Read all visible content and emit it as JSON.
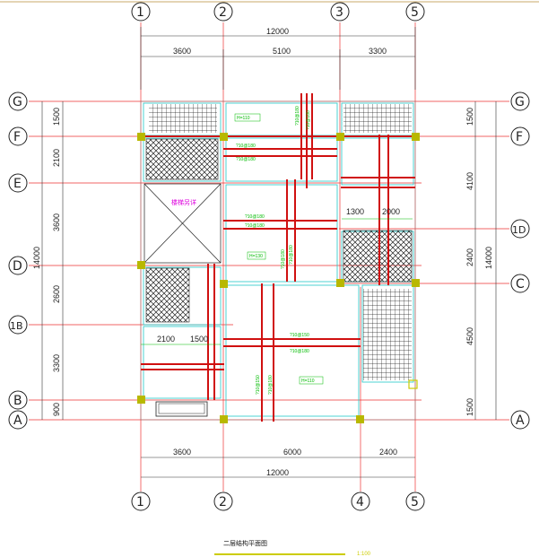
{
  "axes_top": [
    "1",
    "2",
    "3",
    "5"
  ],
  "axes_bottom": [
    "1",
    "2",
    "4",
    "5"
  ],
  "axes_left": [
    "G",
    "F",
    "E",
    "D",
    "1B",
    "B",
    "A"
  ],
  "axes_right": [
    "G",
    "F",
    "1D",
    "C",
    "A"
  ],
  "dims": {
    "top_total": "12000",
    "top_spans": [
      "3600",
      "5100",
      "3300"
    ],
    "bottom_spans": [
      "3600",
      "6000",
      "2400"
    ],
    "bottom_total": "12000",
    "left_total": "14000",
    "left_spans": [
      "1500",
      "2100",
      "3600",
      "2600",
      "3300",
      "900"
    ],
    "right_total": "14000",
    "right_spans": [
      "1500",
      "4100",
      "2400",
      "4500",
      "1500"
    ],
    "inner_1": "1300",
    "inner_2": "2000",
    "inner_3": "2100",
    "inner_4": "1500"
  },
  "labels": {
    "stair": "楼梯另详",
    "slab_1": "H=110",
    "slab_2": "H=130",
    "slab_3": "H=110",
    "rebar_1": "?10@180",
    "rebar_2": "?10@180",
    "rebar_3": "?10@180",
    "rebar_4": "?10@180",
    "rebar_5": "?10@180",
    "rebar_6": "?10@180",
    "rebar_7": "?10@180",
    "rebar_8": "?10@150",
    "rebar_9": "?10@180",
    "rebar_10": "?10@150",
    "rebar_11": "?10@180"
  },
  "caption": "二层结构平面图",
  "scale": "1:100",
  "colors": {
    "axis": "#e33333",
    "beam": "#d01010",
    "column": "#b8b800",
    "slab_outline": "#20c8c8",
    "rebar_text": "#00b000",
    "hatch": "#222222"
  }
}
